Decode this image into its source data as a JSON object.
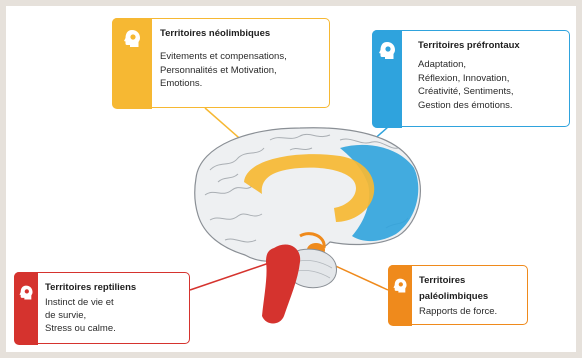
{
  "colors": {
    "neolimbic": "#f6b833",
    "prefrontal": "#2fa3dd",
    "reptilian": "#d5332e",
    "paleolimbic": "#ef8a1c",
    "brain_outline": "#8a8f95"
  },
  "icons": {
    "head": "head-profile-icon"
  },
  "neolimbic": {
    "title": "Territoires néolimbiques",
    "lines": [
      "Evitements et compensations,",
      "Personnalités et Motivation,",
      "Emotions."
    ]
  },
  "prefrontal": {
    "title": "Territoires préfrontaux",
    "lines": [
      "Adaptation,",
      "Réflexion, Innovation,",
      "Créativité, Sentiments,",
      "Gestion des émotions."
    ]
  },
  "reptilian": {
    "title": "Territoires reptiliens",
    "lines": [
      "Instinct de vie et",
      "de survie,",
      "Stress ou calme."
    ]
  },
  "paleolimbic": {
    "title_line1": "Territoires",
    "title_line2": "paléolimbiques",
    "lines": [
      "Rapports de force."
    ]
  }
}
